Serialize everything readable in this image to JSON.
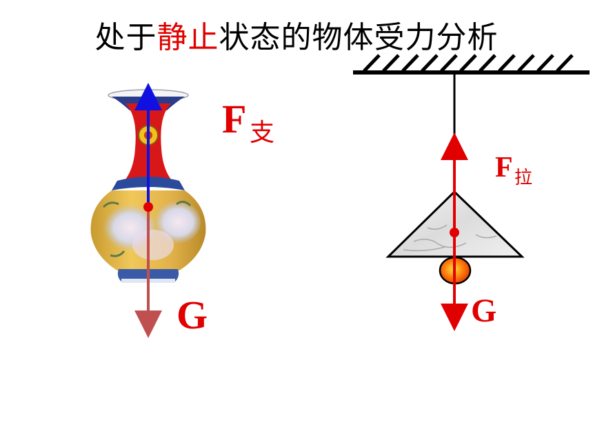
{
  "title": {
    "prefix": "处于",
    "highlight": "静止",
    "suffix": "状态的物体受力分析"
  },
  "vase": {
    "support_force": {
      "symbol": "F",
      "subscript": "支"
    },
    "gravity": {
      "symbol": "G"
    }
  },
  "hanging": {
    "tension_force": {
      "symbol": "F",
      "subscript": "拉"
    },
    "gravity": {
      "symbol": "G"
    }
  },
  "colors": {
    "label": "#e00000",
    "support_arrow": "#1010e0",
    "vase_gravity_arrow": "#c05050",
    "hanging_arrows": "#e00000",
    "center_point": "#e00000"
  }
}
